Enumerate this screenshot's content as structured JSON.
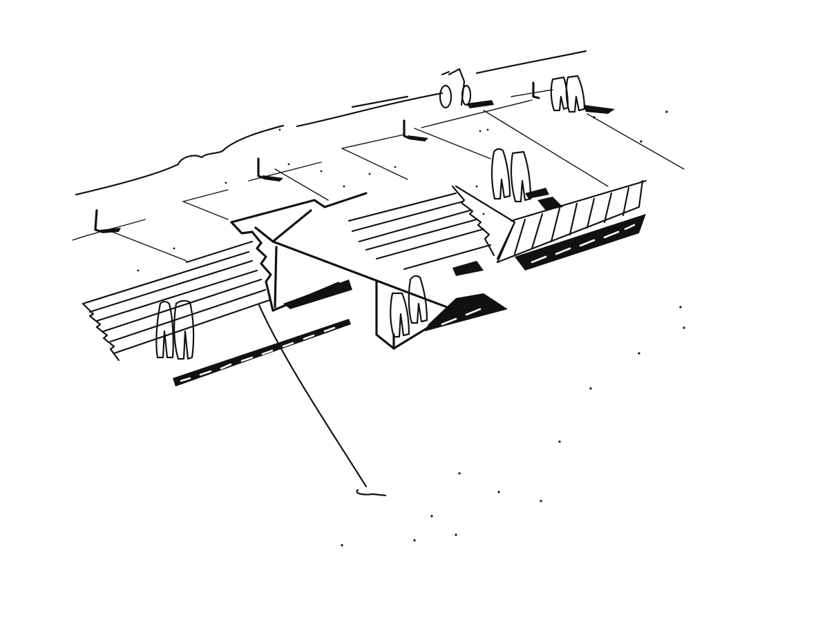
{
  "scene": {
    "subject": "architectural-pen-sketch",
    "colors": {
      "background": "#ffffff",
      "ink": "#111111"
    },
    "elements": [
      "horizon-line",
      "terrace-steps",
      "ramp-bridge",
      "retaining-wall",
      "human-figures",
      "wheelchair-figure",
      "bollard-posts",
      "ground-shadows",
      "stipple-dots"
    ]
  }
}
